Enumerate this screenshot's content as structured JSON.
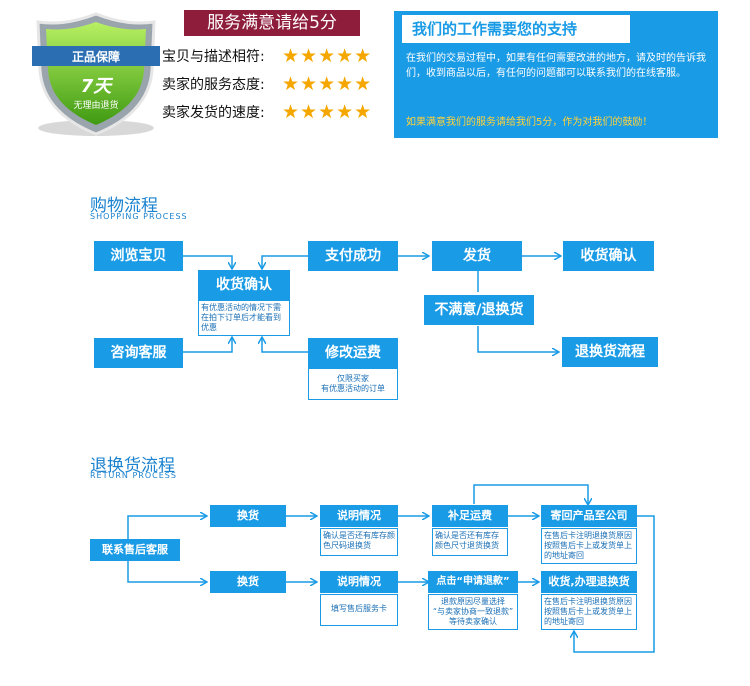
{
  "badge": {
    "line1": "正品保障",
    "line2": "7天",
    "line3": "无理由退货"
  },
  "rating": {
    "title": "服务满意请给5分",
    "rows": [
      {
        "label": "宝贝与描述相符:",
        "stars": "★★★★★"
      },
      {
        "label": "卖家的服务态度:",
        "stars": "★★★★★"
      },
      {
        "label": "卖家发货的速度:",
        "stars": "★★★★★"
      }
    ]
  },
  "support": {
    "title": "我们的工作需要您的支持",
    "body": "在我们的交易过程中，如果有任何需要改进的地方，请及时的告诉我们，收到商品以后，有任何的问题都可以联系我们的在线客服。",
    "footer": "如果满意我们的服务请给我们5分，作为对我们的鼓励！"
  },
  "shopping": {
    "title": "购物流程",
    "subtitle": "SHOPPING PROCESS",
    "browse": "浏览宝贝",
    "confirm_receipt": "收货确认",
    "confirm_note": "有优惠活动的情况下需在拍下订单后才能看到优惠",
    "consult": "咨询客服",
    "pay_success": "支付成功",
    "modify_shipping": "修改运费",
    "modify_note_1": "仅限买家",
    "modify_note_2": "有优惠活动的订单",
    "ship": "发货",
    "receive_confirm": "收货确认",
    "unsatisfied": "不满意/退换货",
    "return_flow": "退换货流程"
  },
  "returns": {
    "title": "退换货流程",
    "subtitle": "RETURN PROCESS",
    "contact": "联系售后客服",
    "exchange_1": "换货",
    "exchange_2": "换货",
    "explain_1": "说明情况",
    "explain_2": "说明情况",
    "explain_note_1": "确认是否还有库存颜色尺码退换货",
    "explain_note_2": "填写售后服务卡",
    "supplement": "补足运费",
    "supplement_note": "确认是否还有库存颜色尺寸退货换货",
    "apply_refund": "点击“申请退款”",
    "refund_note_1": "退款原因尽量选择",
    "refund_note_2": "“与卖家协商一致退款”",
    "refund_note_3": "等待卖家确认",
    "mail_back": "寄回产品至公司",
    "mail_note": "在售后卡注明退换货原因按照售后卡上或发货单上的地址寄回",
    "receive_process": "收货,办理退换货",
    "receive_note": "在售后卡注明退换货原因按照售后卡上或发货单上的地址寄回"
  },
  "colors": {
    "primary": "#1a9be6",
    "rating_title_bg": "#8e1d3c",
    "star": "#f5a700",
    "footer_text": "#ffd33a"
  }
}
